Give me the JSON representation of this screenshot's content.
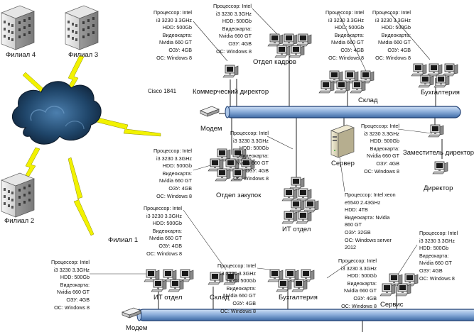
{
  "branches": {
    "b4": "Филиал 4",
    "b3": "Филиал 3",
    "b2": "Филиал 2",
    "b1": "Филиал 1"
  },
  "router_label": "Cisco 1841",
  "top_modem": "Модем",
  "bottom_modem": "Модем",
  "top_net": {
    "commercial_director": "Коммерческий директор",
    "hr": "Отдел кадров",
    "warehouse": "Склад",
    "accounting": "Бухгалтерия",
    "deputy_director": "Заместитель директора",
    "director": "Директор",
    "server": "Сервер",
    "purchasing": "Отдел закупок",
    "it": "ИТ отдел"
  },
  "bottom_net": {
    "it": "ИТ отдел",
    "warehouse": "Склад",
    "accounting": "Бухгалтерия",
    "service": "Сервис"
  },
  "spec_pc": [
    "Процессор: Intel",
    "i3 3230 3.3GHz",
    "HDD: 500Gb",
    "Видеокарта:",
    "Nvidia 660 GT",
    "ОЗУ: 4GB",
    "ОС: Windows 8"
  ],
  "spec_server": [
    "Процессор: Intel xeon",
    "e5540 2.43GHz",
    "HDD: 4TB",
    "Видеокарта: Nvidia",
    "860 GT",
    "ОЗУ: 32GB",
    "ОС: Windows server",
    "2012"
  ],
  "colors": {
    "bus_fill": "#8fb0dc",
    "bus_stroke": "#1f3f73",
    "lightning": "#f2f200",
    "cloud": "#1e3a5c"
  }
}
